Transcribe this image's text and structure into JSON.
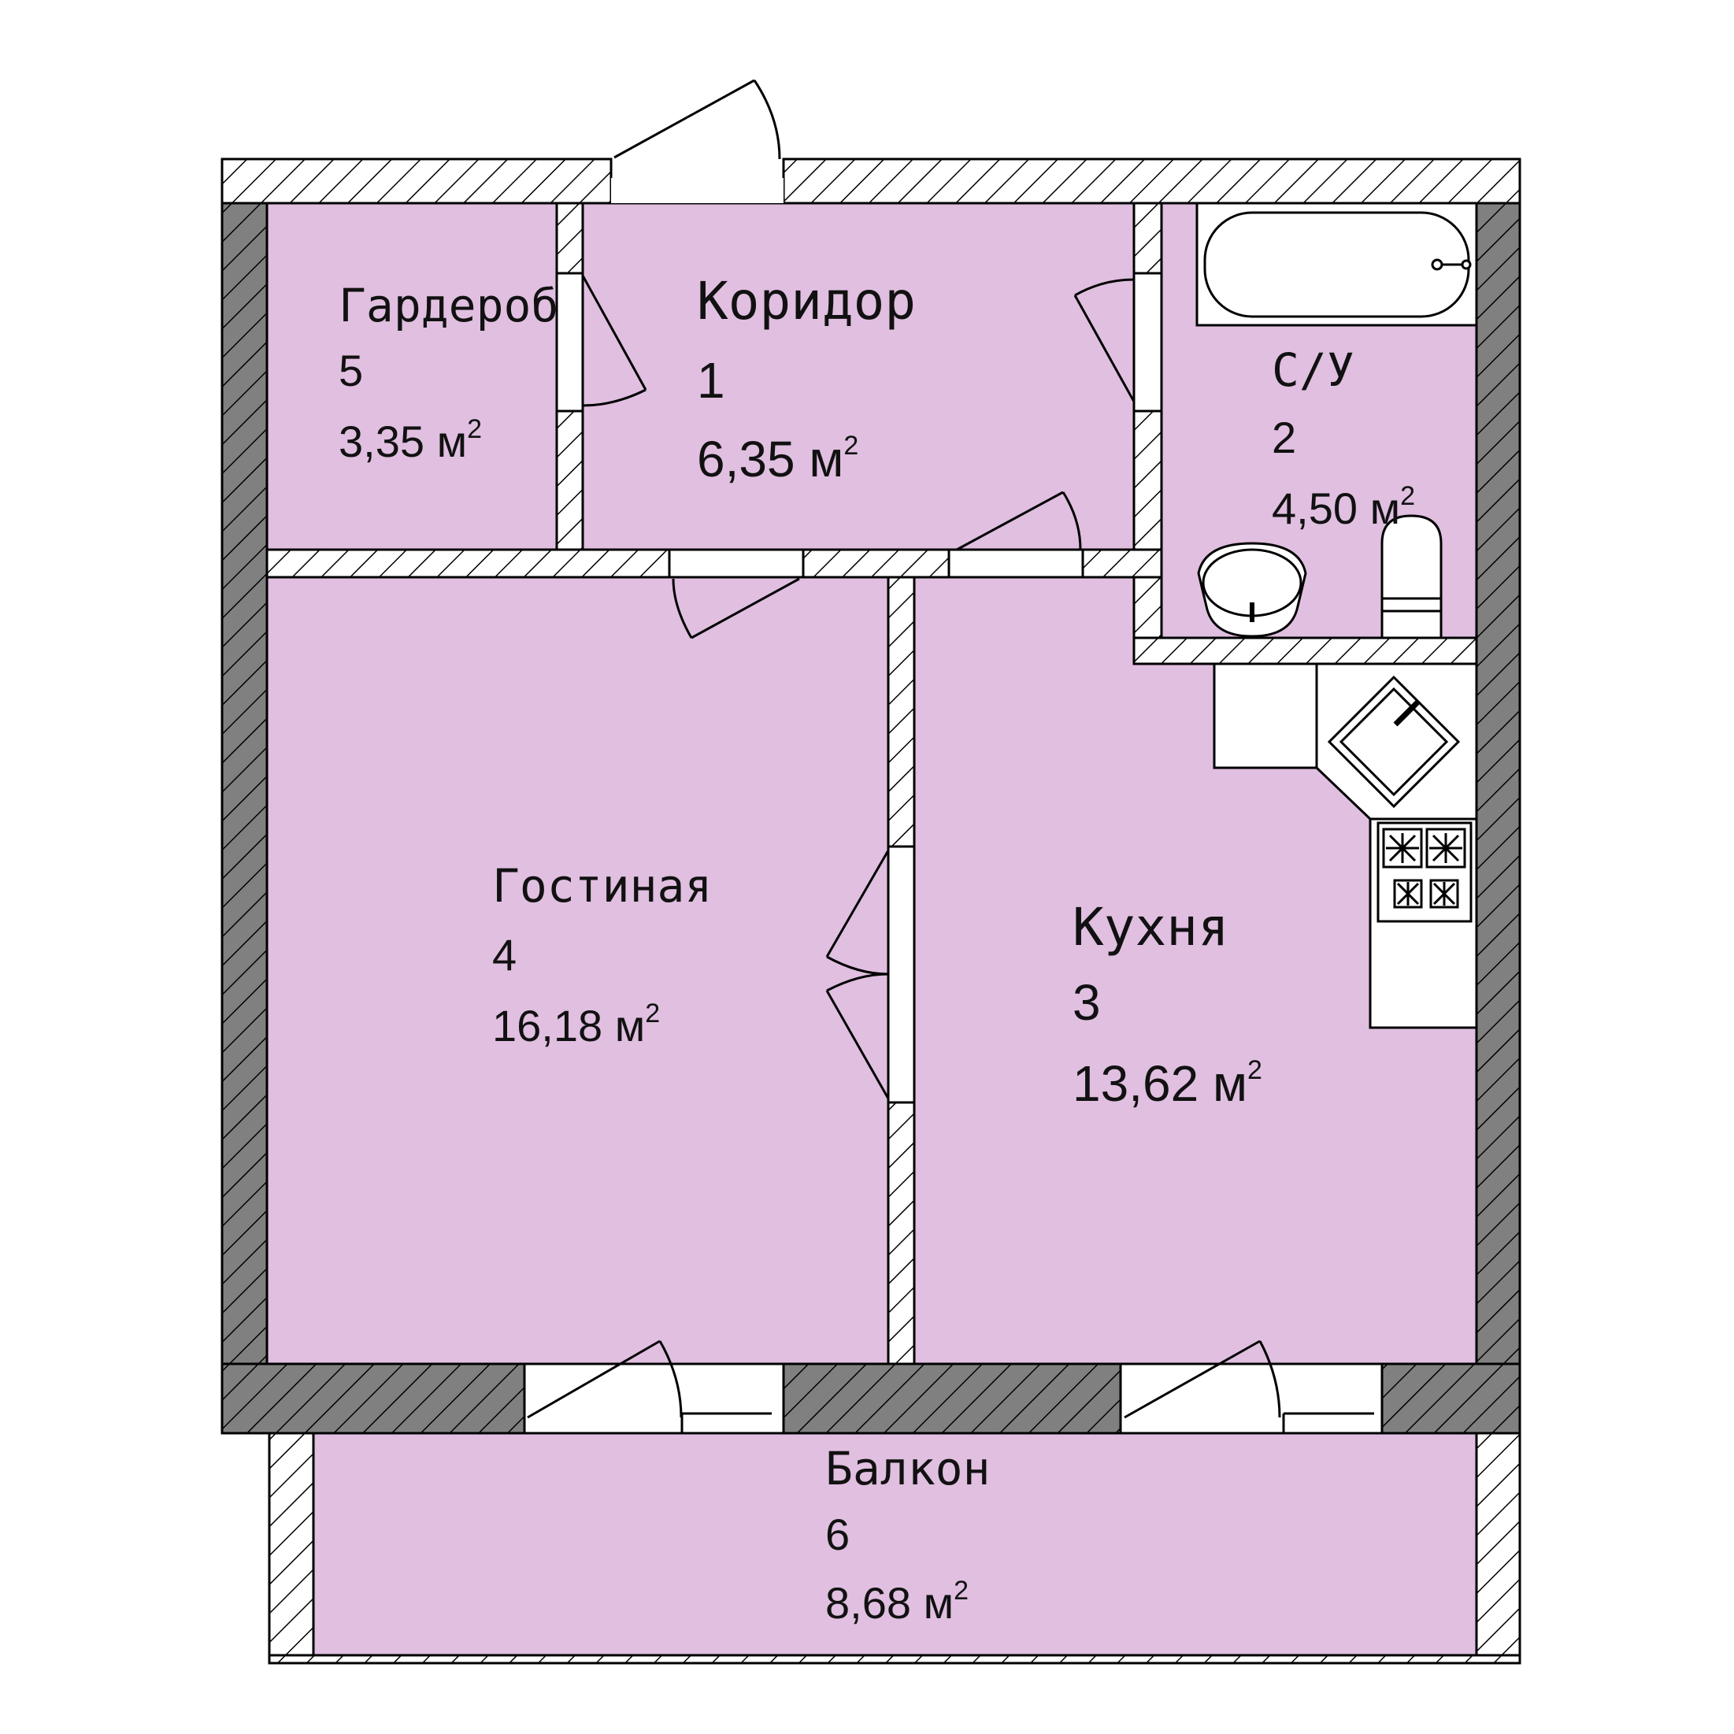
{
  "colors": {
    "room_fill": "#e0bfe0",
    "exterior_wall": "#808080",
    "interior_wall": "#ffffff",
    "line": "#000000"
  },
  "area_unit": "м",
  "area_exponent": "2",
  "rooms": [
    {
      "id": "wardrobe",
      "name": "Гардероб",
      "number": "5",
      "area": "3,35"
    },
    {
      "id": "corridor",
      "name": "Коридор",
      "number": "1",
      "area": "6,35"
    },
    {
      "id": "bathroom",
      "name": "С/У",
      "number": "2",
      "area": "4,50"
    },
    {
      "id": "living",
      "name": "Гостиная",
      "number": "4",
      "area": "16,18"
    },
    {
      "id": "kitchen",
      "name": "Кухня",
      "number": "3",
      "area": "13,62"
    },
    {
      "id": "balcony",
      "name": "Балкон",
      "number": "6",
      "area": "8,68"
    }
  ],
  "fixtures": [
    "bathtub-icon",
    "washbasin-icon",
    "toilet-icon",
    "kitchen-sink-icon",
    "stove-icon"
  ]
}
